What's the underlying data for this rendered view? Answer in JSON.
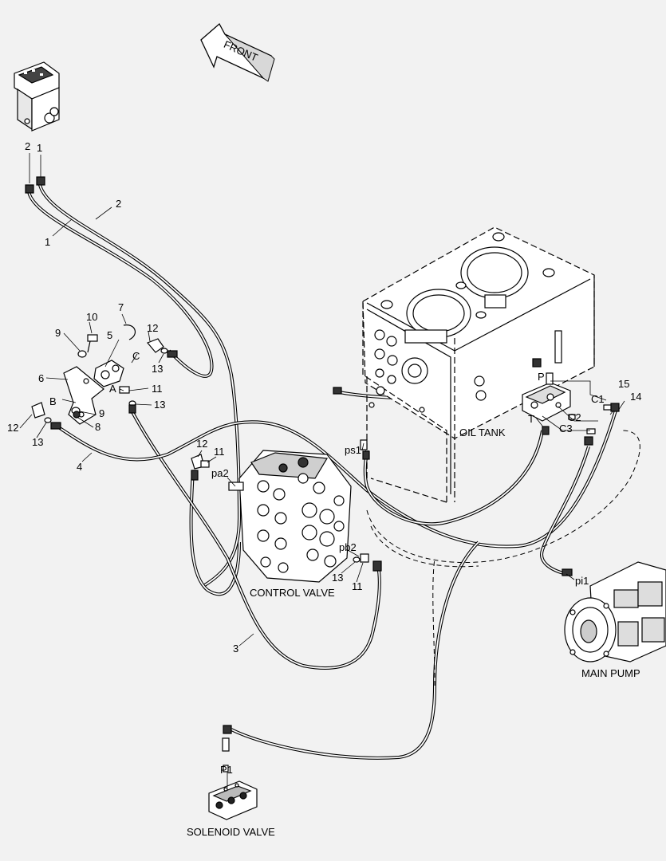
{
  "front_arrow": {
    "label": "FRONT"
  },
  "components": {
    "oil_tank": "OIL TANK",
    "control_valve": "CONTROL VALVE",
    "main_pump": "MAIN PUMP",
    "solenoid_valve": "SOLENOID VALVE"
  },
  "ports": {
    "p": "P",
    "t": "T",
    "c1": "C1",
    "c2": "C2",
    "c3": "C3",
    "ps1": "ps1",
    "pa2": "pa2",
    "pb2": "pb2",
    "pi1": "pi1",
    "p1": "P1",
    "a": "A",
    "b": "B",
    "c": "C"
  },
  "callouts": {
    "n1a": "1",
    "n1b": "1",
    "n2a": "2",
    "n2b": "2",
    "n3": "3",
    "n4": "4",
    "n5": "5",
    "n6": "6",
    "n7": "7",
    "n8": "8",
    "n9a": "9",
    "n9b": "9",
    "n10": "10",
    "n11a": "11",
    "n11b": "11",
    "n11c": "11",
    "n12a": "12",
    "n12b": "12",
    "n12c": "12",
    "n13a": "13",
    "n13b": "13",
    "n13c": "13",
    "n13d": "13",
    "n14": "14",
    "n15": "15"
  }
}
